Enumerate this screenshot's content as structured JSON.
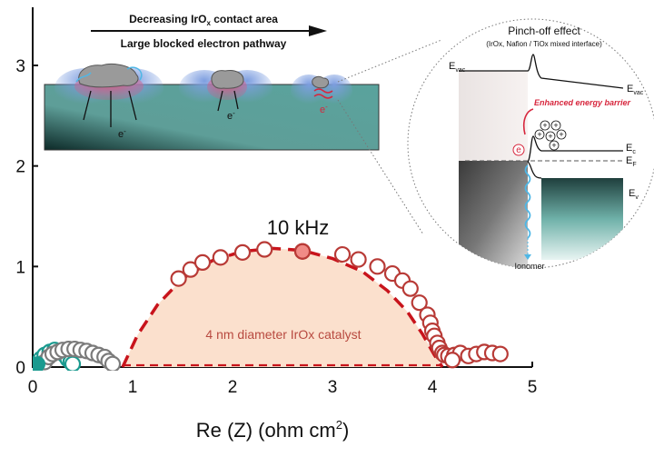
{
  "chart_data": {
    "type": "scatter",
    "title": "",
    "xlabel": "Re (Z) (ohm cm",
    "xlabel_sup": "2",
    "xlabel_close": ")",
    "ylabel": "",
    "xlim": [
      0,
      5
    ],
    "ylim": [
      0,
      3.5
    ],
    "x_ticks": [
      0,
      1,
      2,
      3,
      4,
      5
    ],
    "y_ticks": [
      0,
      1,
      2,
      3
    ],
    "grid": false,
    "fill_label": "4 nm diameter IrOx catalyst",
    "highlight_label": "10 kHz",
    "highlight_point": {
      "x": 2.7,
      "y": 1.15
    },
    "colors": {
      "main": "#b83a36",
      "fill": "#fbe0cd",
      "highlight": "#f08b86",
      "teal": "#1a9a8f",
      "gray": "#7b7b7b",
      "fit": "#c8141c"
    },
    "fit_curve": {
      "x": [
        0.9,
        1.05,
        1.25,
        1.5,
        1.8,
        2.1,
        2.4,
        2.7,
        3.0,
        3.3,
        3.55,
        3.75,
        3.9,
        4.02,
        4.1
      ],
      "y": [
        0.0,
        0.32,
        0.62,
        0.88,
        1.06,
        1.15,
        1.18,
        1.16,
        1.08,
        0.95,
        0.76,
        0.55,
        0.33,
        0.12,
        0.0
      ]
    },
    "series": [
      {
        "marker": "open-circle",
        "color": "#b83a36",
        "points": [
          [
            1.46,
            0.88
          ],
          [
            1.58,
            0.97
          ],
          [
            1.7,
            1.04
          ],
          [
            1.88,
            1.09
          ],
          [
            2.1,
            1.14
          ],
          [
            2.32,
            1.17
          ],
          [
            2.7,
            1.15
          ],
          [
            3.1,
            1.12
          ],
          [
            3.26,
            1.07
          ],
          [
            3.45,
            1.0
          ],
          [
            3.6,
            0.93
          ],
          [
            3.7,
            0.86
          ],
          [
            3.78,
            0.78
          ],
          [
            3.87,
            0.64
          ],
          [
            3.95,
            0.52
          ],
          [
            3.98,
            0.44
          ],
          [
            4.0,
            0.36
          ],
          [
            4.02,
            0.31
          ],
          [
            4.05,
            0.24
          ],
          [
            4.07,
            0.19
          ],
          [
            4.1,
            0.14
          ],
          [
            4.12,
            0.12
          ],
          [
            4.16,
            0.11
          ],
          [
            4.22,
            0.12
          ],
          [
            4.28,
            0.14
          ],
          [
            4.36,
            0.11
          ],
          [
            4.44,
            0.13
          ],
          [
            4.52,
            0.15
          ],
          [
            4.6,
            0.14
          ],
          [
            4.68,
            0.13
          ],
          [
            4.2,
            0.07
          ]
        ]
      },
      {
        "marker": "open-circle",
        "color": "#1a9a8f",
        "points": [
          [
            0.05,
            0.03
          ],
          [
            0.08,
            0.08
          ],
          [
            0.12,
            0.12
          ],
          [
            0.17,
            0.15
          ],
          [
            0.22,
            0.17
          ],
          [
            0.28,
            0.16
          ],
          [
            0.32,
            0.12
          ],
          [
            0.35,
            0.08
          ],
          [
            0.38,
            0.05
          ],
          [
            0.4,
            0.03
          ]
        ]
      },
      {
        "marker": "open-circle",
        "color": "#7b7b7b",
        "points": [
          [
            0.12,
            0.05
          ],
          [
            0.16,
            0.1
          ],
          [
            0.2,
            0.13
          ],
          [
            0.25,
            0.15
          ],
          [
            0.3,
            0.17
          ],
          [
            0.36,
            0.18
          ],
          [
            0.42,
            0.18
          ],
          [
            0.48,
            0.17
          ],
          [
            0.54,
            0.16
          ],
          [
            0.6,
            0.14
          ],
          [
            0.66,
            0.12
          ],
          [
            0.72,
            0.1
          ],
          [
            0.76,
            0.06
          ],
          [
            0.8,
            0.03
          ]
        ]
      }
    ]
  },
  "inset_left": {
    "arrow_top": "Decreasing IrO",
    "arrow_top_sub": "x",
    "arrow_top_tail": " contact area",
    "arrow_bottom": "Large blocked electron pathway",
    "electron_label": "e",
    "electron_sup": "-"
  },
  "inset_right": {
    "title": "Pinch-off effect",
    "subtitle": "(IrOx, Nafion / TiOx mixed interface)",
    "evac_left": "E",
    "evac_left_sub": "vac",
    "evac_right": "E",
    "evac_right_sub": "vac",
    "barrier_label": "Enhanced energy barrier",
    "ec_label": "E",
    "ec_sub": "c",
    "ef_label": "E",
    "ef_sub": "F",
    "ev_label": "E",
    "ev_sub": "v",
    "ionomer_label": "Ionomer",
    "electron_label": "e",
    "plus": "+"
  }
}
